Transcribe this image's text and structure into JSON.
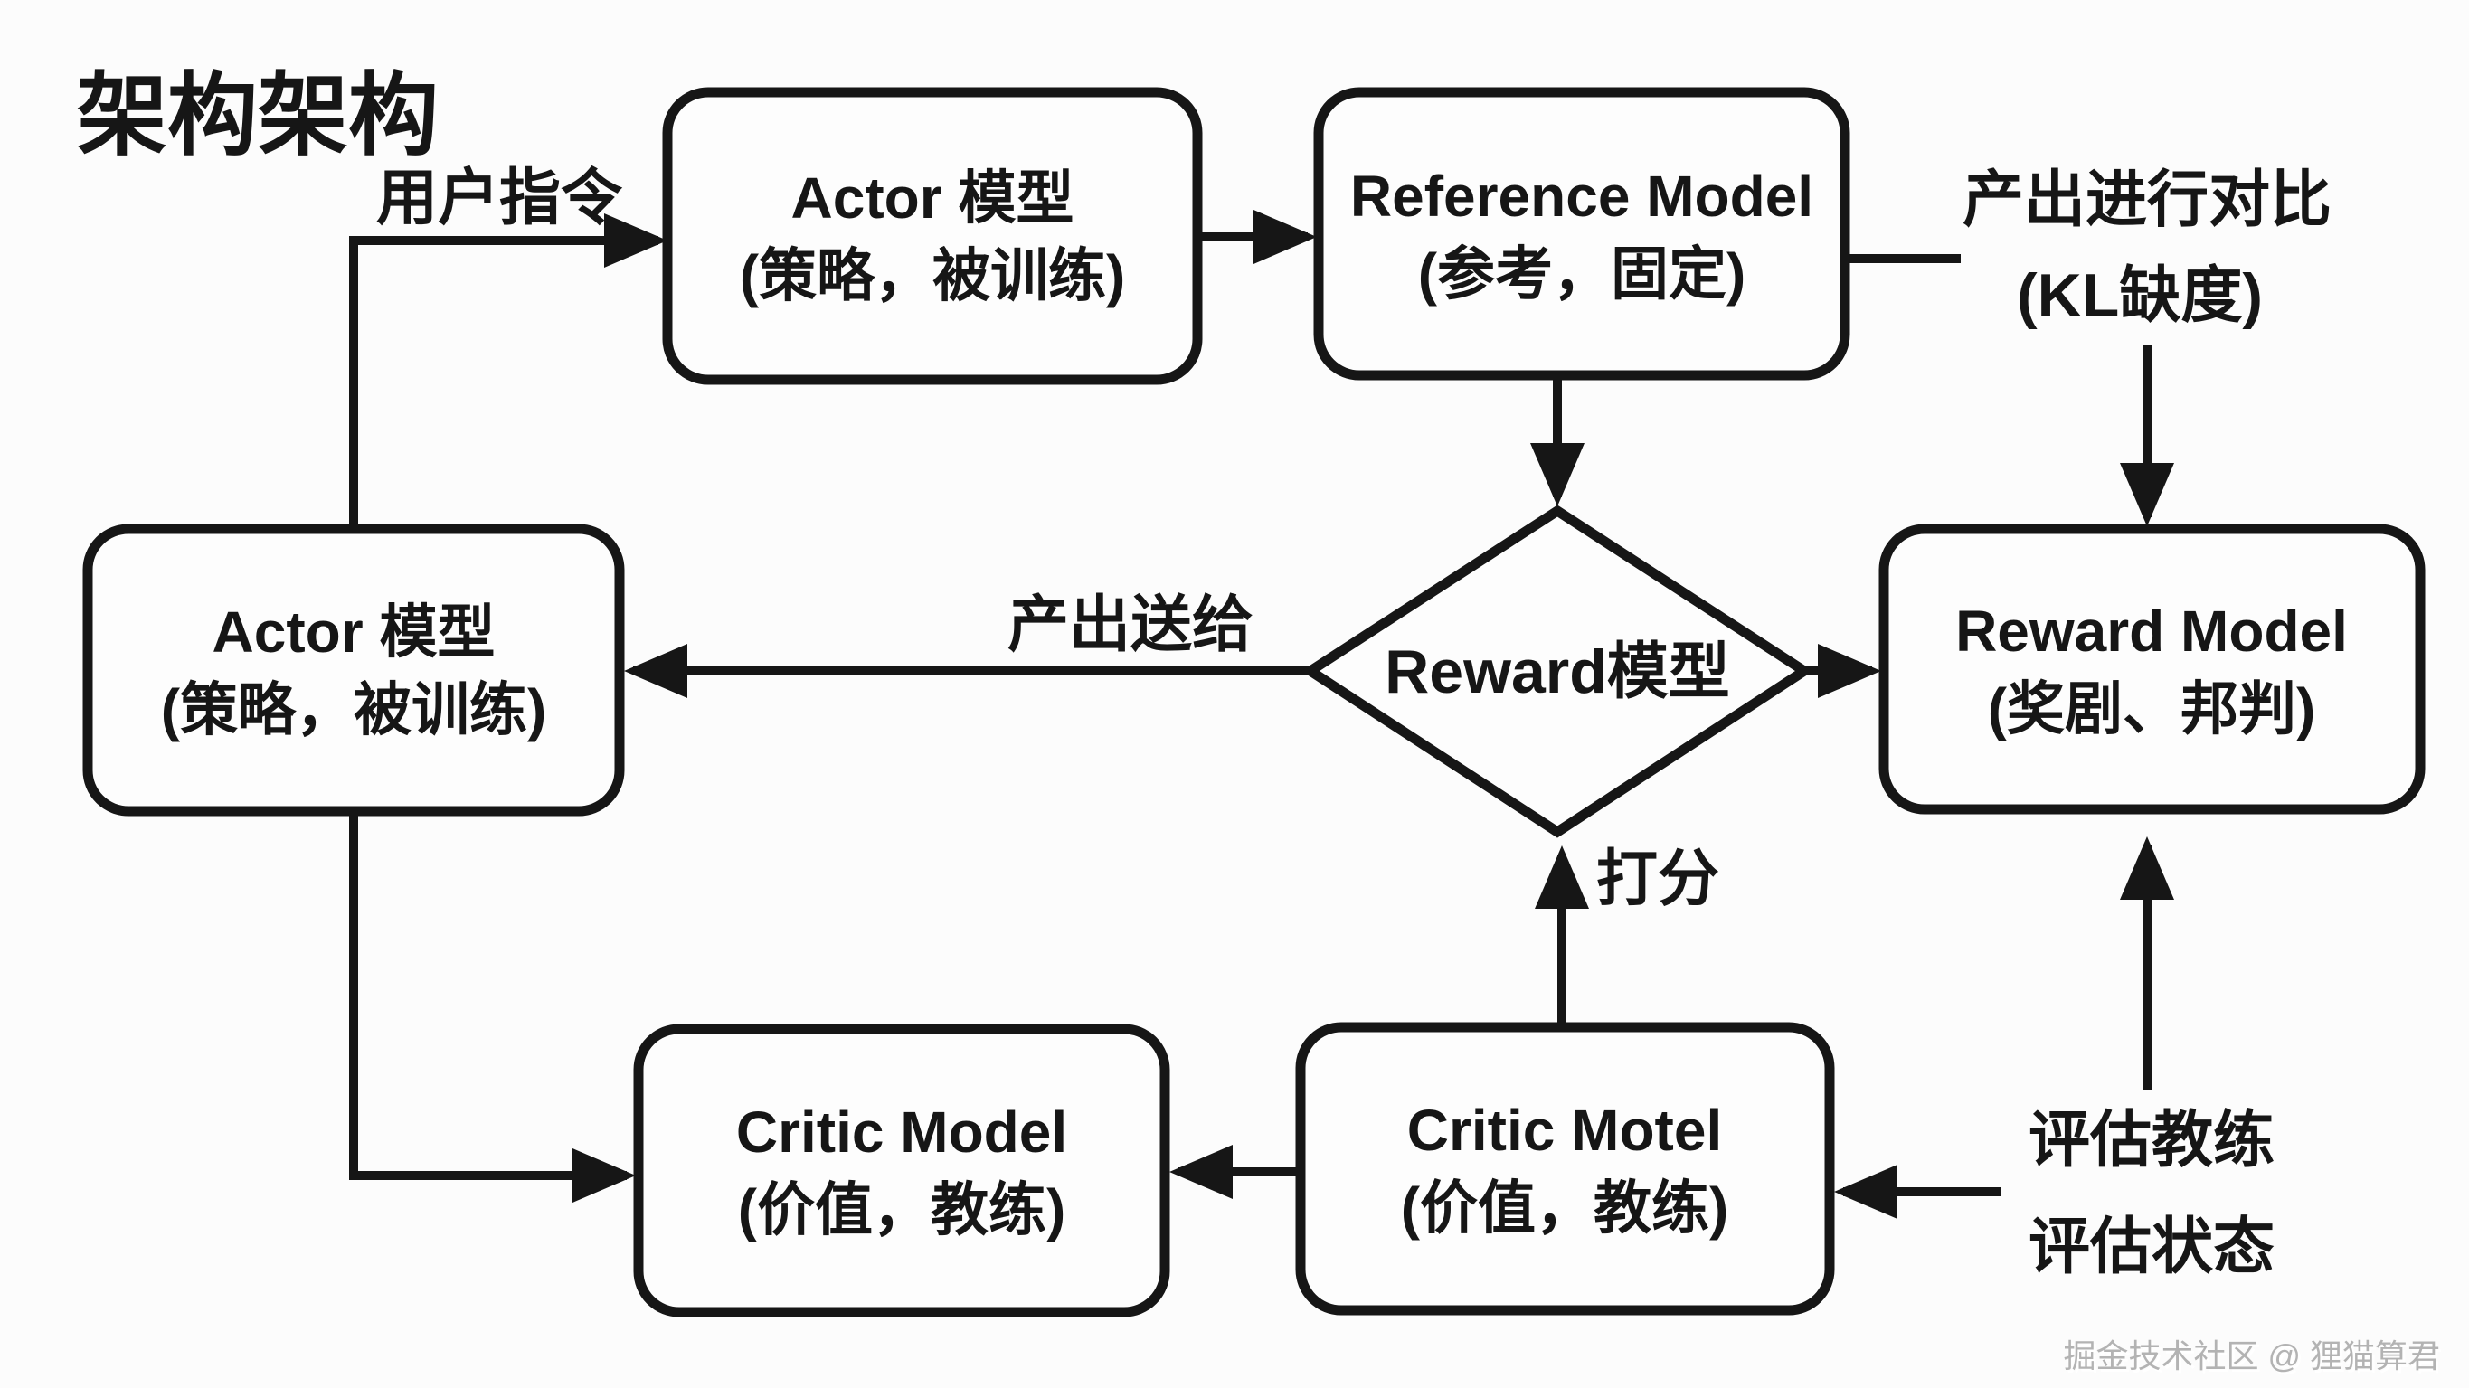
{
  "colors": {
    "ink": "#161616",
    "background": "#fcfcfc",
    "node_fill": "#fdfdfd",
    "watermark": "#b3b3b3"
  },
  "title": "架构架构",
  "nodes": {
    "actor_top": {
      "line1": "Actor 模型",
      "line2": "(策略，被训练)"
    },
    "reference_model": {
      "line1": "Reference Model",
      "line2": "(参考，固定)"
    },
    "actor_left": {
      "line1": "Actor 模型",
      "line2": "(策略，被训练)"
    },
    "reward_diamond": {
      "label": "Reward模型"
    },
    "reward_model": {
      "line1": "Reward Model",
      "line2": "(奖剧、邦判)"
    },
    "critic_model_left": {
      "line1": "Critic Model",
      "line2": "(价值，教练)"
    },
    "critic_motel_right": {
      "line1": "Critic Motel",
      "line2": "(价值，教练)"
    }
  },
  "edges": {
    "user_instruction": {
      "label": "用户指令",
      "from": "actor_left",
      "to": "actor_top"
    },
    "actor_top_to_reference": {
      "from": "actor_top",
      "to": "reference_model"
    },
    "reference_to_diamond": {
      "from": "reference_model",
      "to": "reward_diamond"
    },
    "kl_compare": {
      "label1": "产出进行对比",
      "label2": "(KL缺度)",
      "from": "reference_model",
      "to": "reward_model"
    },
    "diamond_to_reward_model": {
      "from": "reward_diamond",
      "to": "reward_model"
    },
    "output_to_actor": {
      "label": "产出送给",
      "from": "reward_diamond",
      "to": "actor_left"
    },
    "score": {
      "label": "打分",
      "from": "critic_motel_right",
      "to": "reward_diamond"
    },
    "actor_left_to_critic": {
      "from": "actor_left",
      "to": "critic_model_left"
    },
    "critic_to_critic": {
      "from": "critic_motel_right",
      "to": "critic_model_left"
    },
    "evaluation_note": {
      "line1": "评估教练",
      "line2": "评估状态",
      "to1": "reward_model",
      "to2": "critic_motel_right"
    }
  },
  "watermark": "掘金技术社区 @ 狸猫算君"
}
